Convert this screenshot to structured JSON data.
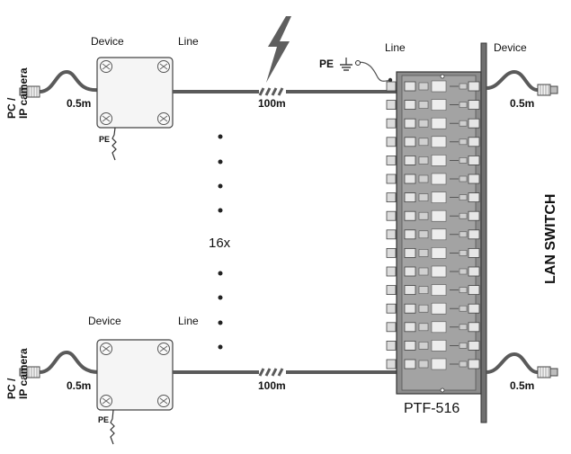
{
  "labels": {
    "device": "Device",
    "line": "Line",
    "pc_line1": "PC /",
    "pc_line2": "IP camera",
    "len_short": "0.5m",
    "len_long": "100m",
    "pe": "PE",
    "count": "16x",
    "product": "PTF-516",
    "switch": "LAN SWITCH"
  },
  "colors": {
    "cable": "#5a5a5a",
    "panel": "#8c8c8c",
    "panel_dark": "#6f6f6f",
    "outline": "#333333"
  },
  "icons": [
    "lightning-icon",
    "ground-icon",
    "rj45-connector-icon"
  ]
}
